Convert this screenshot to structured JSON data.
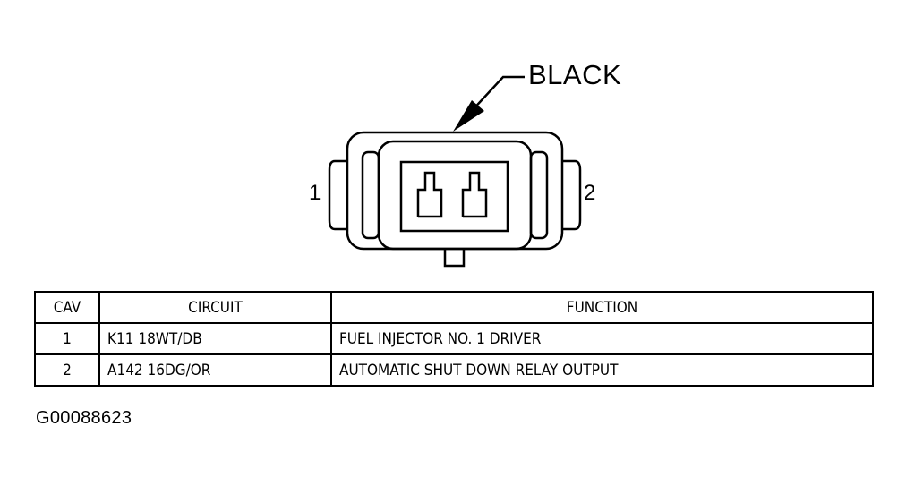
{
  "connector": {
    "color_label": "BLACK",
    "pin_labels": [
      "1",
      "2"
    ]
  },
  "table": {
    "headers": {
      "cav": "CAV",
      "circuit": "CIRCUIT",
      "function": "FUNCTION"
    },
    "rows": [
      {
        "cav": "1",
        "circuit": "K11 18WT/DB",
        "function": "FUEL INJECTOR NO. 1 DRIVER"
      },
      {
        "cav": "2",
        "circuit": "A142 16DG/OR",
        "function": "AUTOMATIC SHUT DOWN RELAY OUTPUT"
      }
    ]
  },
  "figure_id": "G00088623"
}
